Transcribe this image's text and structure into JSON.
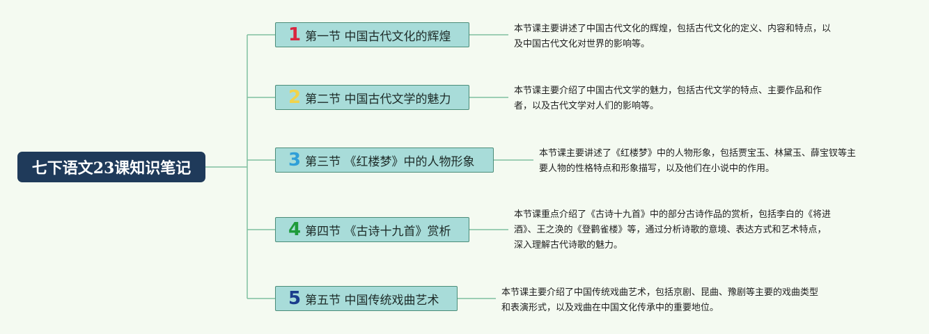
{
  "root": {
    "title": "七下语文23课知识笔记"
  },
  "colors": {
    "background": "#f4faf1",
    "root_fill": "#1f3a5a",
    "node_fill": "#a8dcd9",
    "node_border": "#4a8c78",
    "connector": "#7fbf9f"
  },
  "sections": [
    {
      "number": "1",
      "number_color": "#d9263f",
      "title": "第一节 中国古代文化的辉煌",
      "desc_lines": [
        "本节课主要讲述了中国古代文化的辉煌，包括古代文化的定义、内容和特点，以",
        "及中国古代文化对世界的影响等。"
      ]
    },
    {
      "number": "2",
      "number_color": "#f1d34a",
      "title": "第二节 中国古代文学的魅力",
      "desc_lines": [
        "本节课主要介绍了中国古代文学的魅力，包括古代文学的特点、主要作品和作",
        "者，以及古代文学对人们的影响等。"
      ]
    },
    {
      "number": "3",
      "number_color": "#2f9fd8",
      "title": "第三节 《红楼梦》中的人物形象",
      "desc_lines": [
        "本节课主要讲述了《红楼梦》中的人物形象，包括贾宝玉、林黛玉、薛宝钗等主",
        "要人物的性格特点和形象描写，以及他们在小说中的作用。"
      ]
    },
    {
      "number": "4",
      "number_color": "#1e9b3a",
      "title": "第四节 《古诗十九首》赏析",
      "desc_lines": [
        "本节课重点介绍了《古诗十九首》中的部分古诗作品的赏析，包括李白的《将进",
        "酒》、王之涣的《登鹳雀楼》等，通过分析诗歌的意境、表达方式和艺术特点，",
        "深入理解古代诗歌的魅力。"
      ]
    },
    {
      "number": "5",
      "number_color": "#1b3c8c",
      "title": "第五节 中国传统戏曲艺术",
      "desc_lines": [
        "本节课主要介绍了中国传统戏曲艺术，包括京剧、昆曲、豫剧等主要的戏曲类型",
        "和表演形式，以及戏曲在中国文化传承中的重要地位。"
      ]
    }
  ]
}
